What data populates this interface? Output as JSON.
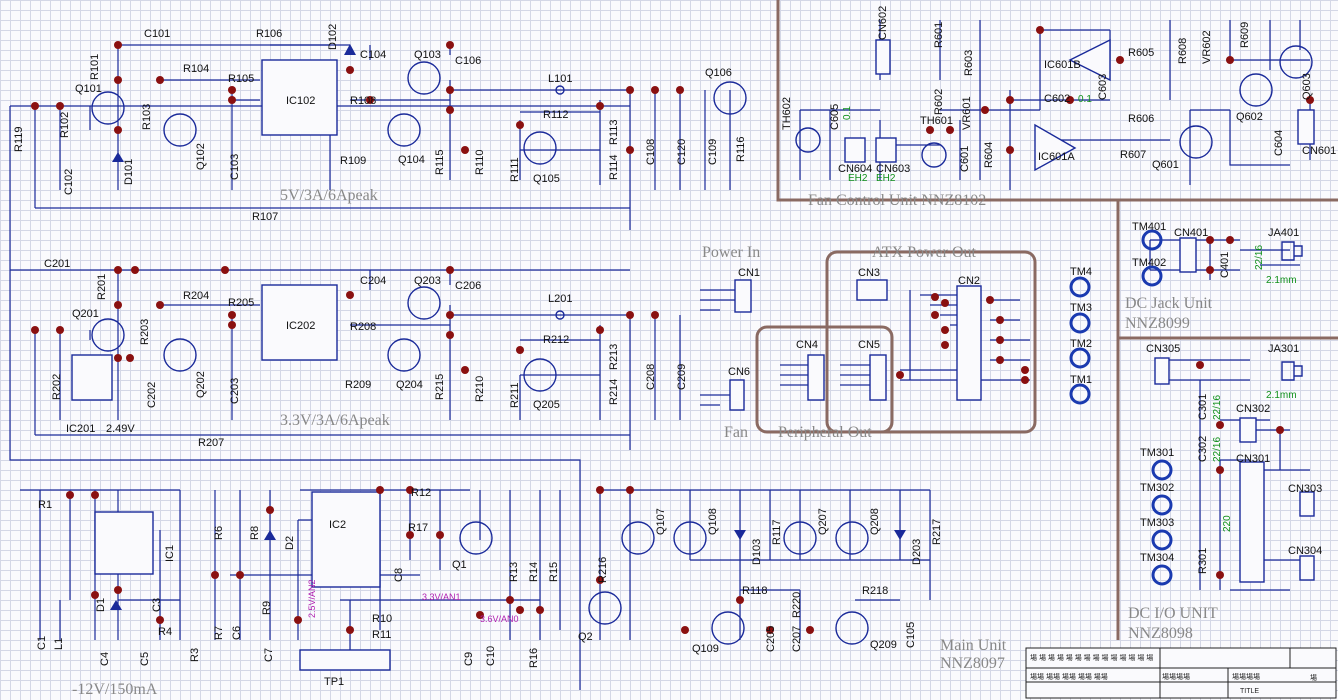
{
  "blocks": {
    "supply_5v": "5V/3A/6Apeak",
    "supply_33v": "3.3V/3A/6Apeak",
    "supply_neg12": "-12V/150mA",
    "fan_control": "Fan Control Unit NNZ8102",
    "dc_jack": "DC Jack Unit",
    "dc_jack_code": "NNZ8099",
    "dc_io": "DC I/O UNIT",
    "dc_io_code": "NNZ8098",
    "main_unit": "Main Unit",
    "main_unit_code": "NNZ8097",
    "power_in": "Power In",
    "atx_out": "ATX Power Out",
    "fan": "Fan",
    "peripheral_out": "Peripheral Out"
  },
  "nets": {
    "v25": "2.5V/AN2",
    "v33": "3.3V/AN1",
    "v36": "3.6V/AN0",
    "v249": "2.49V",
    "jack_size": "2.1mm",
    "val_01a": "0.1",
    "val_01b": "0.1",
    "eh2a": "EH2",
    "eh2b": "EH2",
    "cap_22_16a": "22/16",
    "cap_22_16b": "22/16",
    "cap_22_16c": "22/16",
    "r220": "220"
  },
  "refs": {
    "r101": "R101",
    "r102": "R102",
    "r103": "R103",
    "r104": "R104",
    "r105": "R105",
    "r106": "R106",
    "r107": "R107",
    "r108": "R108",
    "r109": "R109",
    "r110": "R110",
    "r111": "R111",
    "r112": "R112",
    "r113": "R113",
    "r114": "R114",
    "r115": "R115",
    "r116": "R116",
    "r119": "R119",
    "c101": "C101",
    "c102": "C102",
    "c103": "C103",
    "c104": "C104",
    "c106": "C106",
    "c108": "C108",
    "c109": "C109",
    "c120": "C120",
    "q101": "Q101",
    "q102": "Q102",
    "q103": "Q103",
    "q104": "Q104",
    "q105": "Q105",
    "q106": "Q106",
    "d101": "D101",
    "d102": "D102",
    "ic102": "IC102",
    "l101": "L101",
    "r201": "R201",
    "r202": "R202",
    "r203": "R203",
    "r204": "R204",
    "r205": "R205",
    "r207": "R207",
    "r208": "R208",
    "r209": "R209",
    "r210": "R210",
    "r211": "R211",
    "r212": "R212",
    "r213": "R213",
    "r214": "R214",
    "r215": "R215",
    "c201": "C201",
    "c202": "C202",
    "c203": "C203",
    "c204": "C204",
    "c206": "C206",
    "c208": "C208",
    "c209": "C209",
    "q201": "Q201",
    "q202": "Q202",
    "q203": "Q203",
    "q204": "Q204",
    "q205": "Q205",
    "ic201": "IC201",
    "ic202": "IC202",
    "l201": "L201",
    "r1": "R1",
    "r3": "R3",
    "r4": "R4",
    "r6": "R6",
    "r7": "R7",
    "r8": "R8",
    "r9": "R9",
    "r10": "R10",
    "r11": "R11",
    "r12": "R12",
    "r13": "R13",
    "r14": "R14",
    "r15": "R15",
    "r16": "R16",
    "r17": "R17",
    "c1": "C1",
    "c3": "C3",
    "c4": "C4",
    "c5": "C5",
    "c6": "C6",
    "c7": "C7",
    "c8": "C8",
    "c9": "C9",
    "c10": "C10",
    "d1": "D1",
    "d2": "D2",
    "ic1": "IC1",
    "ic2": "IC2",
    "l1": "L1",
    "q1": "Q1",
    "q2": "Q2",
    "tp1": "TP1",
    "q107": "Q107",
    "q108": "Q108",
    "d103": "D103",
    "r117": "R117",
    "q207": "Q207",
    "q208": "Q208",
    "d203": "D203",
    "r217": "R217",
    "r216": "R216",
    "r118": "R118",
    "r218": "R218",
    "r220": "R220",
    "c205": "C205",
    "c207": "C207",
    "c105": "C105",
    "q109": "Q109",
    "q209": "Q209",
    "cn1": "CN1",
    "cn2": "CN2",
    "cn3": "CN3",
    "cn4": "CN4",
    "cn5": "CN5",
    "cn6": "CN6",
    "tm1": "TM1",
    "tm2": "TM2",
    "tm3": "TM3",
    "tm4": "TM4",
    "cn602": "CN602",
    "r601": "R601",
    "r602": "R602",
    "r603": "R603",
    "r604": "R604",
    "r605": "R605",
    "r606": "R606",
    "r607": "R607",
    "r608": "R608",
    "r609": "R609",
    "vr601": "VR601",
    "vr602": "VR602",
    "ic601a": "IC601A",
    "ic601b": "IC601B",
    "c601": "C601",
    "c602": "C602",
    "c603": "C603",
    "c604": "C604",
    "c605": "C605",
    "q601": "Q601",
    "q602": "Q602",
    "q603": "Q603",
    "th601": "TH601",
    "th602": "TH602",
    "cn601": "CN601",
    "cn603": "CN603",
    "cn604": "CN604",
    "tm401": "TM401",
    "tm402": "TM402",
    "cn401": "CN401",
    "c401": "C401",
    "ja401": "JA401",
    "cn305": "CN305",
    "ja301": "JA301",
    "c301": "C301",
    "c302": "C302",
    "r301": "R301",
    "cn301": "CN301",
    "cn302": "CN302",
    "cn303": "CN303",
    "cn304": "CN304",
    "tm301": "TM301",
    "tm302": "TM302",
    "tm303": "TM303",
    "tm304": "TM304"
  },
  "titleblock": {
    "title": "TITLE",
    "cells": [
      "場",
      "場",
      "場",
      "場",
      "場",
      "場",
      "場",
      "場",
      "場",
      "場",
      "場",
      "場",
      "場",
      "場"
    ],
    "row2": [
      "場場",
      "場場",
      "場場",
      "場場",
      "場場"
    ],
    "stamp_a": "場場場場",
    "stamp_b": "場場場場",
    "mark": "場"
  },
  "colors": {
    "wire": "#1a2a9a",
    "junction": "#8a1010",
    "unit_box": "#8a6a62",
    "net_label": "#b020b0",
    "value_green": "#10901a",
    "unit_text": "#888888"
  }
}
